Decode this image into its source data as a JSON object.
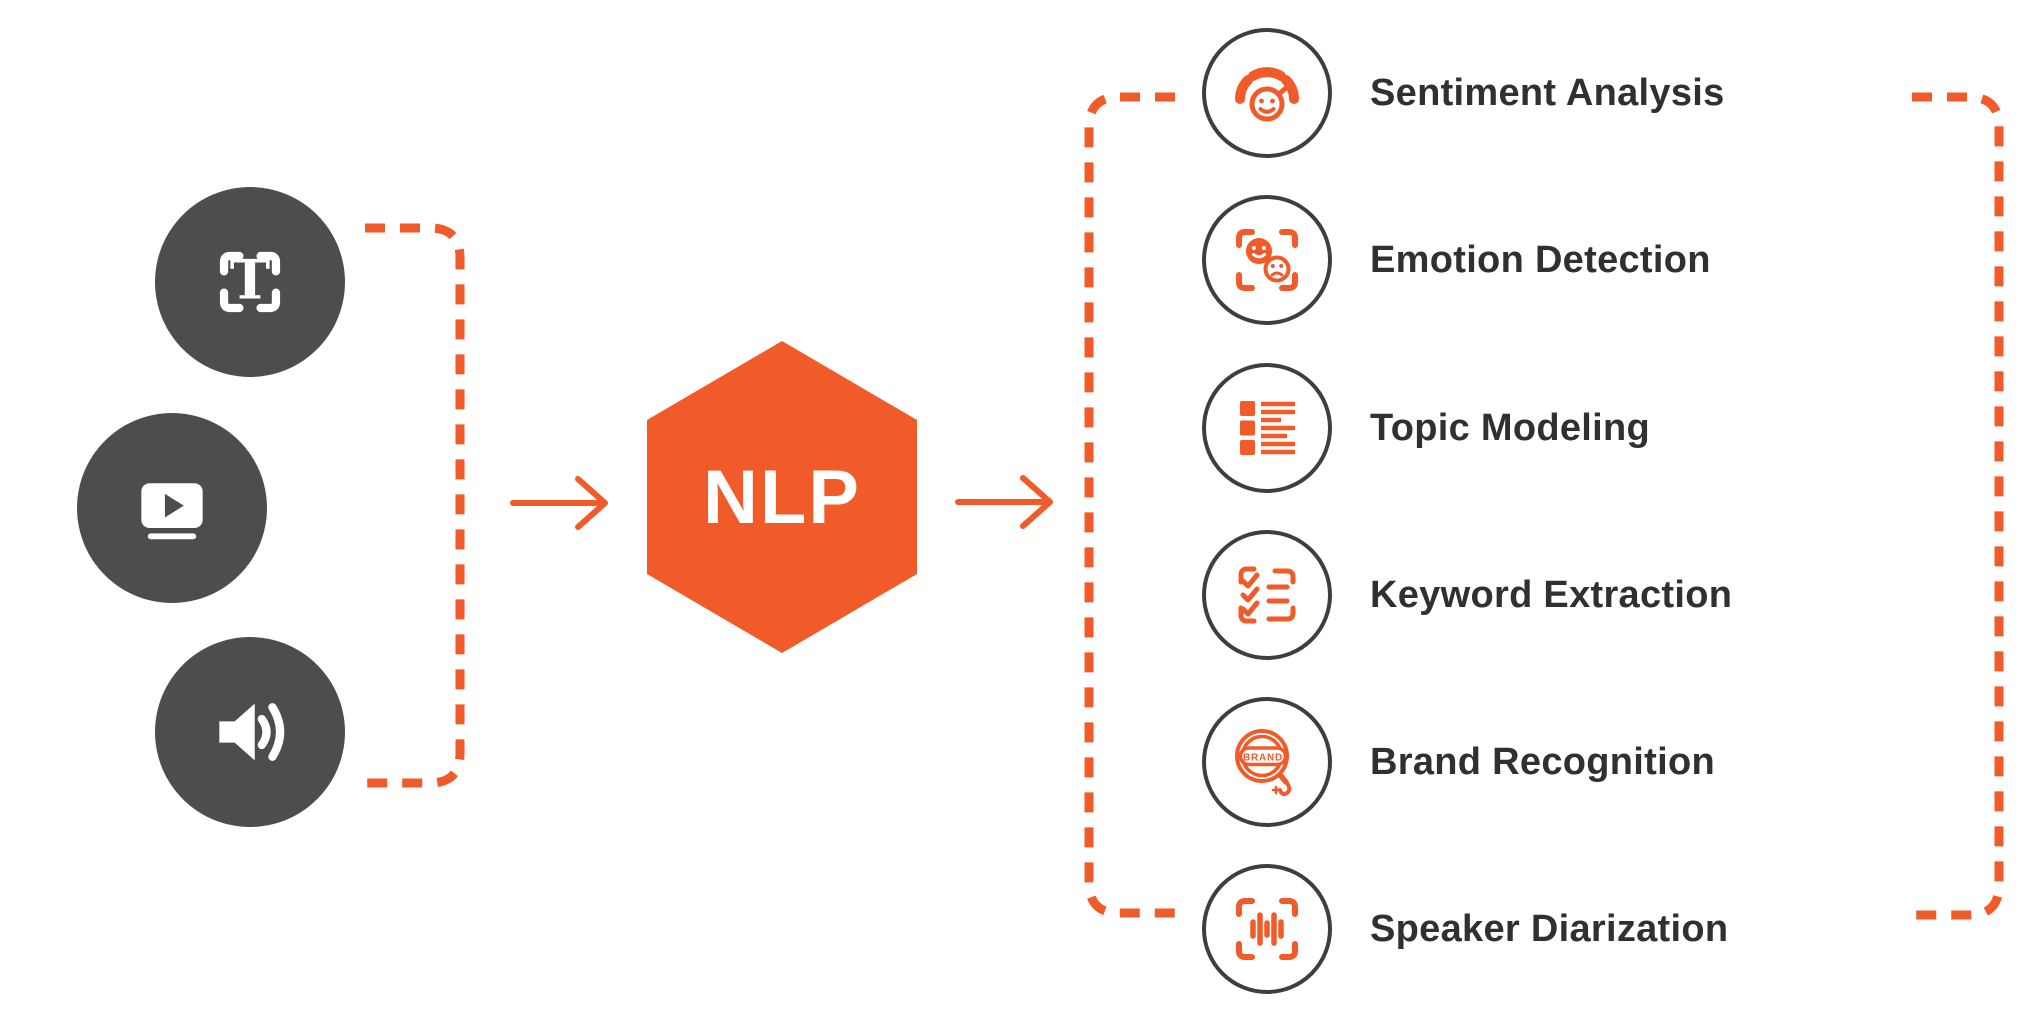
{
  "diagram": {
    "center_label": "NLP",
    "inputs": [
      {
        "icon": "text-scan-icon"
      },
      {
        "icon": "video-play-icon"
      },
      {
        "icon": "audio-speaker-icon"
      }
    ],
    "outputs": [
      {
        "label": "Sentiment Analysis",
        "icon": "sentiment-gauge-smiley-icon"
      },
      {
        "label": "Emotion Detection",
        "icon": "emotion-faces-scan-icon"
      },
      {
        "label": "Topic Modeling",
        "icon": "topic-list-icon"
      },
      {
        "label": "Keyword Extraction",
        "icon": "keyword-checklist-icon"
      },
      {
        "label": "Brand Recognition",
        "icon": "brand-magnifier-icon",
        "icon_text": "BRAND"
      },
      {
        "label": "Speaker Diarization",
        "icon": "speaker-waveform-scan-icon"
      }
    ],
    "colors": {
      "accent_orange": "#F15A29",
      "input_circle_gray": "#4D4D4D",
      "output_circle_outline": "#3E3E3E",
      "label_text": "#303030"
    }
  }
}
